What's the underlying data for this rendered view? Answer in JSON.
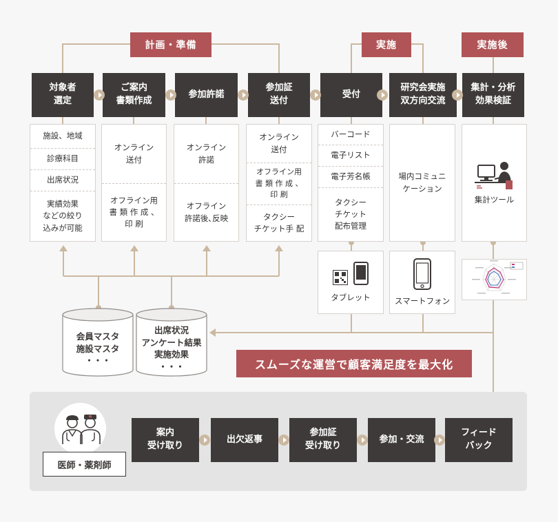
{
  "phases": {
    "plan": "計画・準備",
    "execute": "実施",
    "after": "実施後"
  },
  "steps": [
    {
      "label": "対象者\n選定"
    },
    {
      "label": "ご案内\n書類作成"
    },
    {
      "label": "参加許諾"
    },
    {
      "label": "参加証\n送付"
    },
    {
      "label": "受付"
    },
    {
      "label": "研究会実施\n双方向交流"
    },
    {
      "label": "集計・分析\n効果検証"
    }
  ],
  "details": [
    {
      "items": [
        "施設、地域",
        "診療科目",
        "出席状況",
        "実績効果\nなどの絞り\n込みが可能"
      ]
    },
    {
      "items": [
        "オンライン\n送付",
        "オフライン用\n書 類 作 成 、\n印 刷"
      ]
    },
    {
      "items": [
        "オンライン\n許諾",
        "オフライン\n許諾後､反映"
      ]
    },
    {
      "items": [
        "オンライン\n送付",
        "オフライン用\n書 類 作 成 、\n印 刷",
        "タクシー\nチケット手 配"
      ]
    },
    {
      "items": [
        "バーコード",
        "電子リスト",
        "電子芳名帳",
        "タクシー\nチケット\n配布管理"
      ]
    },
    {
      "items": [
        "場内コミュニ\nケーション"
      ]
    },
    {
      "items": [
        "集計ツール"
      ]
    }
  ],
  "devices": {
    "tablet": "タブレット",
    "smartphone": "スマートフォン"
  },
  "databases": {
    "master": "会員マスタ\n施設マスタ\n・・・",
    "results": "出席状況\nアンケート結果\n実施効果\n・・・"
  },
  "banner": "スムーズな運営で顧客満足度を最大化",
  "doctor": {
    "label": "医師・薬剤師",
    "steps": [
      "案内\n受け取り",
      "出欠返事",
      "参加証\n受け取り",
      "参加・交流",
      "フィード\nバック"
    ]
  },
  "colors": {
    "dark": "#3e3a39",
    "accent": "#b15457",
    "connector": "#cbb8a0",
    "panel": "#e4e4e4"
  }
}
